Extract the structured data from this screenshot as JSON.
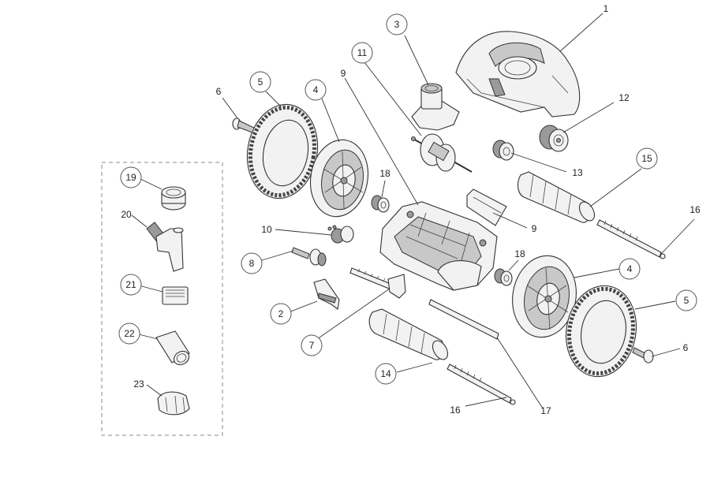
{
  "callouts": {
    "c1": "1",
    "c2": "2",
    "c3": "3",
    "c4a": "4",
    "c4b": "4",
    "c5a": "5",
    "c5b": "5",
    "c6a": "6",
    "c6b": "6",
    "c7": "7",
    "c8": "8",
    "c9a": "9",
    "c9b": "9",
    "c10": "10",
    "c11": "11",
    "c12": "12",
    "c13": "13",
    "c14": "14",
    "c15": "15",
    "c16a": "16",
    "c16b": "16",
    "c17": "17",
    "c18a": "18",
    "c18b": "18",
    "c19": "19",
    "c20": "20",
    "c21": "21",
    "c22": "22",
    "c23": "23"
  }
}
